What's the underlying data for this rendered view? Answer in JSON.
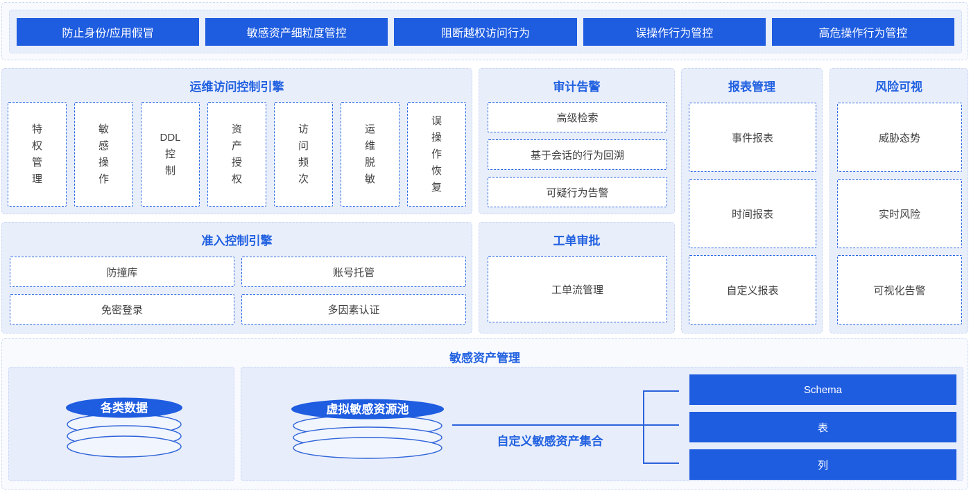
{
  "banner": {
    "items": [
      "防止身份/应用假冒",
      "敏感资产细粒度管控",
      "阻断越权访问行为",
      "误操作行为管控",
      "高危操作行为管控"
    ]
  },
  "sections": {
    "ops_engine": {
      "title": "运维访问控制引擎",
      "boxes": [
        [
          "特",
          "权",
          "管",
          "理"
        ],
        [
          "敏",
          "感",
          "操",
          "作"
        ],
        [
          "DDL",
          "控",
          "制"
        ],
        [
          "资",
          "产",
          "授",
          "权"
        ],
        [
          "访",
          "问",
          "频",
          "次"
        ],
        [
          "运",
          "维",
          "脱",
          "敏"
        ],
        [
          "误",
          "操",
          "作",
          "恢",
          "复"
        ]
      ]
    },
    "audit": {
      "title": "审计告警",
      "items": [
        "高级检索",
        "基于会话的行为回溯",
        "可疑行为告警"
      ]
    },
    "report": {
      "title": "报表管理",
      "items": [
        "事件报表",
        "时间报表",
        "自定义报表"
      ]
    },
    "risk": {
      "title": "风险可视",
      "items": [
        "威胁态势",
        "实时风险",
        "可视化告警"
      ]
    },
    "access_engine": {
      "title": "准入控制引擎",
      "items": [
        "防撞库",
        "账号托管",
        "免密登录",
        "多因素认证"
      ]
    },
    "ticket": {
      "title": "工单审批",
      "items": [
        "工单流管理"
      ]
    },
    "asset": {
      "title": "敏感资产管理",
      "cylinder_left": "各类数据",
      "cylinder_right": "虚拟敏感资源池",
      "collection_label": "自定义敏感资产集合",
      "levels": [
        "Schema",
        "表",
        "列"
      ]
    }
  },
  "colors": {
    "primary_blue": "#1e5ce0",
    "title_blue": "#2161e0",
    "panel_bg": "#e9eefb",
    "dashed_blue": "#2565e2",
    "line_blue": "#2b62dc"
  }
}
